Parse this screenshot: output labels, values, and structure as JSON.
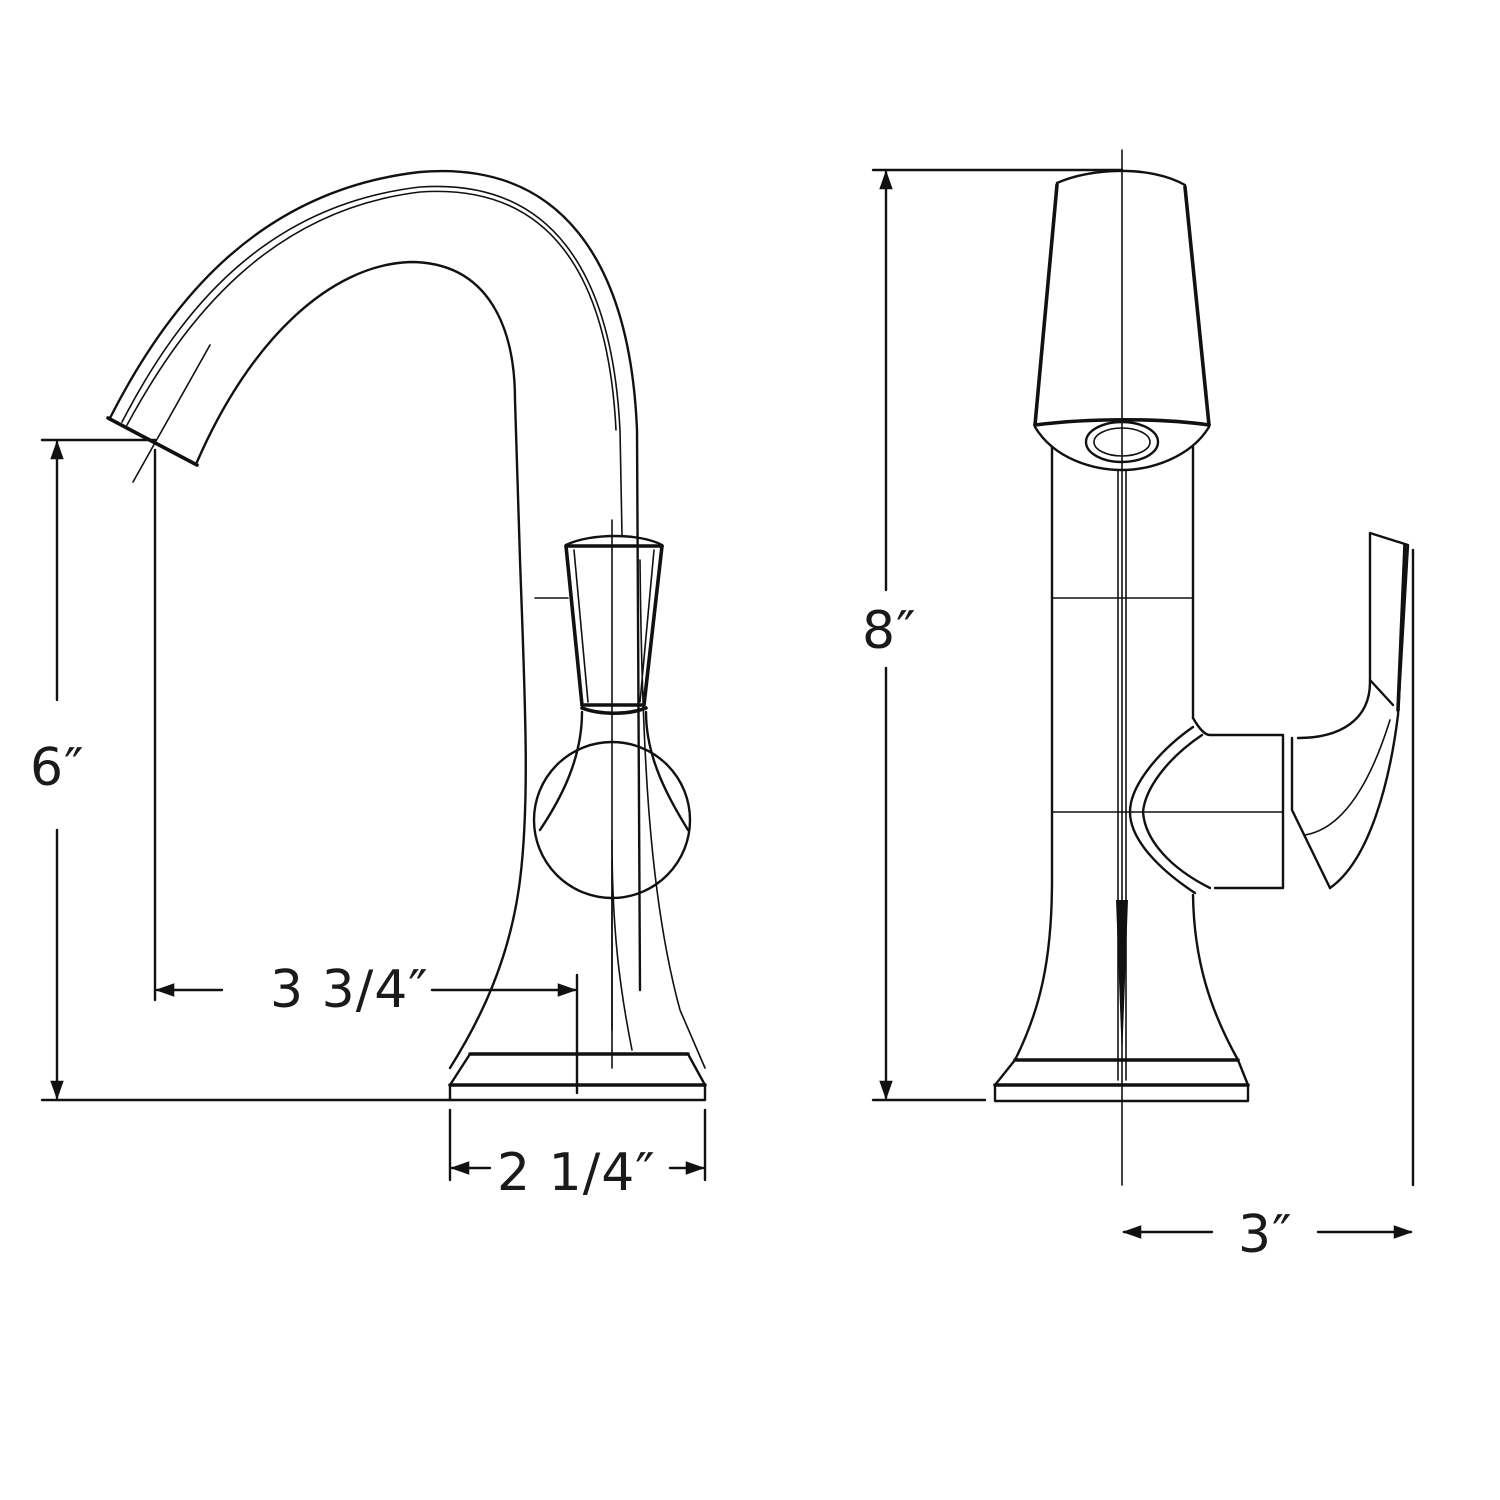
{
  "diagram": {
    "type": "technical-dimension-drawing",
    "subject": "single-handle faucet",
    "views": [
      {
        "name": "side-view",
        "dimensions": {
          "spout_height": "6″",
          "spout_reach": "3 3/4″",
          "base_width": "2 1/4″"
        }
      },
      {
        "name": "front-view",
        "dimensions": {
          "overall_height": "8″",
          "handle_offset": "3″"
        }
      }
    ],
    "colors": {
      "line": "#111111",
      "background": "#ffffff"
    }
  }
}
